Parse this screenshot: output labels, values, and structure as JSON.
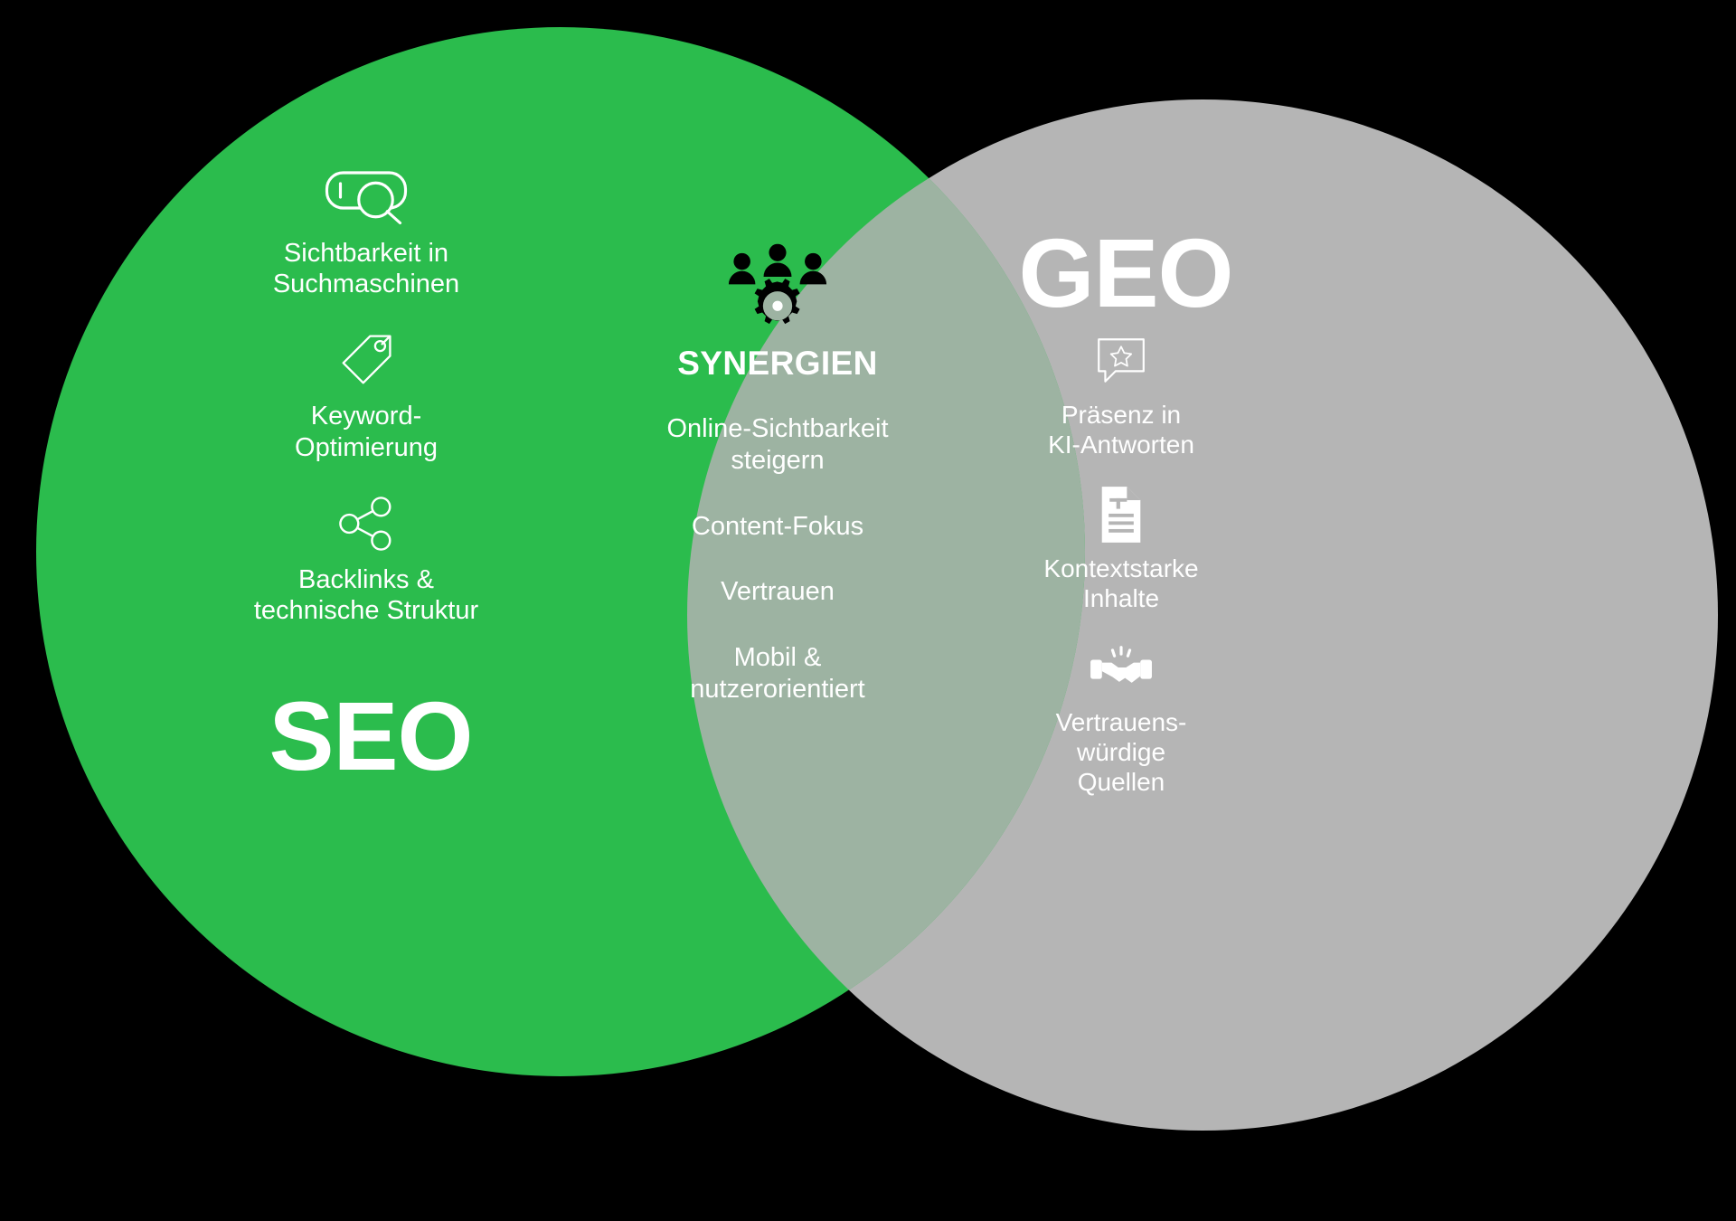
{
  "diagram": {
    "type": "venn",
    "background_color": "#000000",
    "left_circle": {
      "title": "SEO",
      "color": "#2BBC4D",
      "items": [
        {
          "icon": "search-bar-icon",
          "label": "Sichtbarkeit in\nSuchmaschinen"
        },
        {
          "icon": "tag-icon",
          "label": "Keyword-\nOptimierung"
        },
        {
          "icon": "share-network-icon",
          "label": "Backlinks &\ntechnische Struktur"
        }
      ]
    },
    "overlap": {
      "title": "SYNERGIEN",
      "color": "#9DB3A2",
      "icon": "people-gear-icon",
      "items": [
        "Online-Sichtbarkeit\nsteigern",
        "Content-Fokus",
        "Vertrauen",
        "Mobil &\nnutzerorientiert"
      ]
    },
    "right_circle": {
      "title": "GEO",
      "color": "#B5B5B5",
      "items": [
        {
          "icon": "chat-star-icon",
          "label": "Präsenz in\nKI-Antworten"
        },
        {
          "icon": "document-text-icon",
          "label": "Kontextstarke\nInhalte"
        },
        {
          "icon": "handshake-icon",
          "label": "Vertrauens-\nwürdige\nQuellen"
        }
      ]
    }
  }
}
